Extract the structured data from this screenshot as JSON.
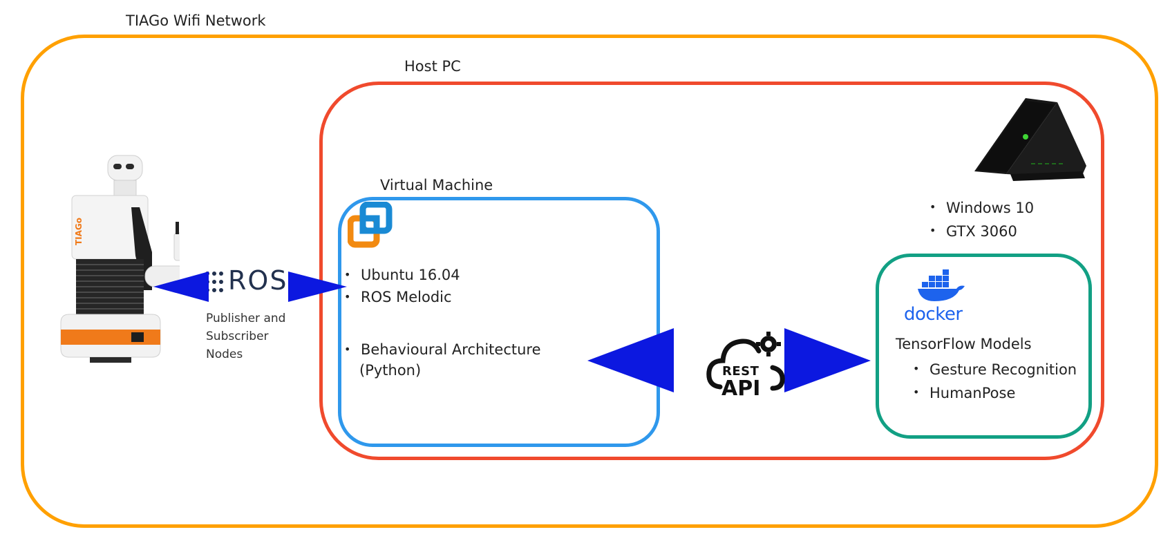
{
  "network": {
    "label": "TIAGo Wifi Network",
    "color": "#ffa000"
  },
  "host": {
    "label": "Host PC",
    "color": "#f04a2d",
    "specs": [
      "Windows 10",
      "GTX 3060"
    ]
  },
  "vm": {
    "label": "Virtual Machine",
    "color": "#2f98ec",
    "items": [
      "Ubuntu 16.04",
      "ROS Melodic"
    ],
    "arch": "Behavioural Architecture",
    "arch_sub": "(Python)"
  },
  "ros": {
    "logo_text": "ROS",
    "note": [
      "Publisher and",
      "Subscriber",
      "Nodes"
    ]
  },
  "api": {
    "line1": "REST",
    "line2": "API"
  },
  "docker": {
    "color": "#12a084",
    "logo_text": "docker",
    "title": "TensorFlow Models",
    "items": [
      "Gesture Recognition",
      "HumanPose"
    ]
  },
  "arrow_color": "#0c18e0",
  "icons": [
    "tiago-robot-icon",
    "ros-logo-icon",
    "vmware-logo-icon",
    "laptop-icon",
    "docker-whale-icon",
    "rest-api-cloud-icon"
  ]
}
